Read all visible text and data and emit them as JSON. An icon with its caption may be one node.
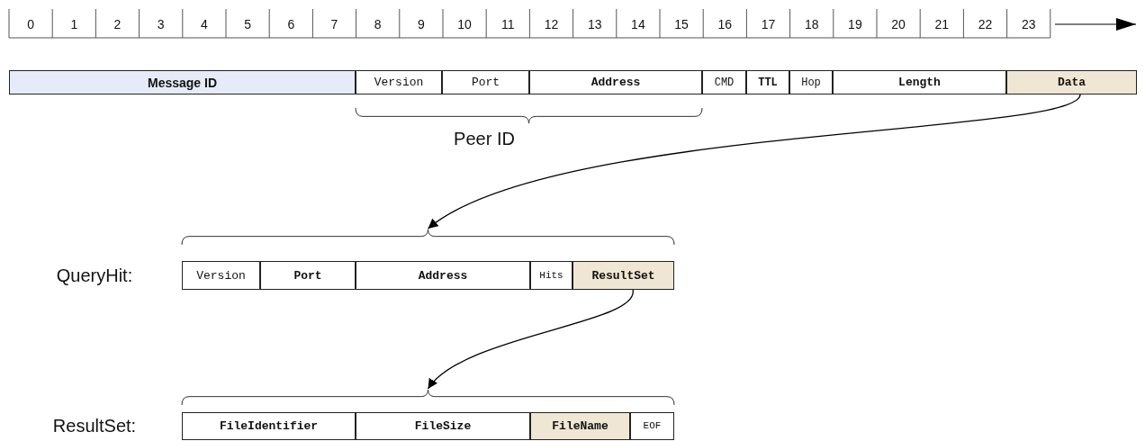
{
  "diagram": {
    "nodes": [
      {
        "text": [
          "Message ID"
        ]
      },
      {
        "text": [
          "Version"
        ]
      },
      {
        "text": [
          "Port"
        ]
      },
      {
        "text": [
          "Address"
        ]
      },
      {
        "text": [
          "CMD"
        ]
      },
      {
        "text": [
          "TTL"
        ]
      },
      {
        "text": [
          "Hop"
        ]
      },
      {
        "text": [
          "Length"
        ]
      },
      {
        "text": [
          "Data"
        ]
      },
      {
        "text": [],
        "shape": "brace"
      },
      {
        "text": [
          "Version"
        ]
      },
      {
        "text": [
          "Port"
        ]
      },
      {
        "text": [
          "Address"
        ]
      },
      {
        "text": [
          "Hits"
        ]
      },
      {
        "text": [
          "ResultSet"
        ]
      },
      {
        "text": [],
        "shape": "brace"
      },
      {
        "text": [
          "FileIdentifier"
        ]
      },
      {
        "text": [
          "FileSize"
        ]
      },
      {
        "text": [
          "FileName"
        ]
      },
      {
        "text": [
          "EOF"
        ]
      }
    ],
    "edges": [
      {
        "from": 8,
        "to": 9,
        "arrow": "to"
      },
      {
        "from": 14,
        "to": 15,
        "arrow": "to"
      }
    ],
    "labels": [
      "0",
      "1",
      "2",
      "3",
      "4",
      "5",
      "6",
      "7",
      "8",
      "9",
      "10",
      "11",
      "12",
      "13",
      "14",
      "15",
      "16",
      "17",
      "18",
      "19",
      "20",
      "21",
      "22",
      "23",
      "Peer ID",
      "QueryHit:",
      "ResultSet:"
    ]
  }
}
